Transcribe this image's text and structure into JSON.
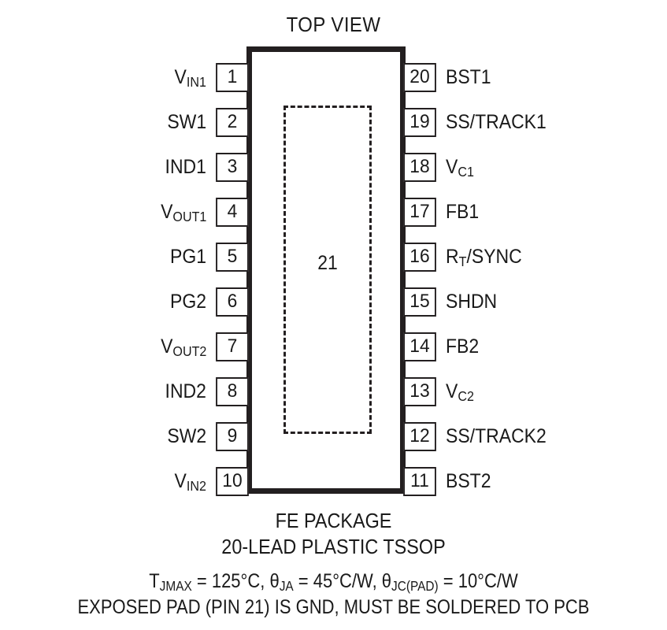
{
  "title": "TOP VIEW",
  "package": {
    "exposed_pad_number": "21",
    "name_line": "FE PACKAGE",
    "lead_line": "20-LEAD PLASTIC TSSOP"
  },
  "thermal": {
    "line": "T_JMAX = 125°C, θ_JA = 45°C/W, θ_JC(PAD) = 10°C/W",
    "tjmax_symbol": "T",
    "tjmax_sub": "JMAX",
    "tjmax_value": " = 125°C, ",
    "theta_ja_symbol": "θ",
    "theta_ja_sub": "JA",
    "theta_ja_value": " = 45°C/W, ",
    "theta_jc_symbol": "θ",
    "theta_jc_sub": "JC(PAD)",
    "theta_jc_value": " = 10°C/W"
  },
  "pad_note": "EXPOSED PAD (PIN 21) IS GND, MUST BE SOLDERED TO PCB",
  "pins_left": [
    {
      "number": "1",
      "base": "V",
      "sub": "IN1",
      "tail": ""
    },
    {
      "number": "2",
      "base": "SW1",
      "sub": "",
      "tail": ""
    },
    {
      "number": "3",
      "base": "IND1",
      "sub": "",
      "tail": ""
    },
    {
      "number": "4",
      "base": "V",
      "sub": "OUT1",
      "tail": ""
    },
    {
      "number": "5",
      "base": "PG1",
      "sub": "",
      "tail": ""
    },
    {
      "number": "6",
      "base": "PG2",
      "sub": "",
      "tail": ""
    },
    {
      "number": "7",
      "base": "V",
      "sub": "OUT2",
      "tail": ""
    },
    {
      "number": "8",
      "base": "IND2",
      "sub": "",
      "tail": ""
    },
    {
      "number": "9",
      "base": "SW2",
      "sub": "",
      "tail": ""
    },
    {
      "number": "10",
      "base": "V",
      "sub": "IN2",
      "tail": ""
    }
  ],
  "pins_right": [
    {
      "number": "20",
      "base": "BST1",
      "sub": "",
      "tail": ""
    },
    {
      "number": "19",
      "base": "SS/TRACK1",
      "sub": "",
      "tail": ""
    },
    {
      "number": "18",
      "base": "V",
      "sub": "C1",
      "tail": ""
    },
    {
      "number": "17",
      "base": "FB1",
      "sub": "",
      "tail": ""
    },
    {
      "number": "16",
      "base": "R",
      "sub": "T",
      "tail": "/SYNC"
    },
    {
      "number": "15",
      "base": "SHDN",
      "sub": "",
      "tail": ""
    },
    {
      "number": "14",
      "base": "FB2",
      "sub": "",
      "tail": ""
    },
    {
      "number": "13",
      "base": "V",
      "sub": "C2",
      "tail": ""
    },
    {
      "number": "12",
      "base": "SS/TRACK2",
      "sub": "",
      "tail": ""
    },
    {
      "number": "11",
      "base": "BST2",
      "sub": "",
      "tail": ""
    }
  ],
  "colors": {
    "ink": "#231f20",
    "background": "#ffffff"
  }
}
